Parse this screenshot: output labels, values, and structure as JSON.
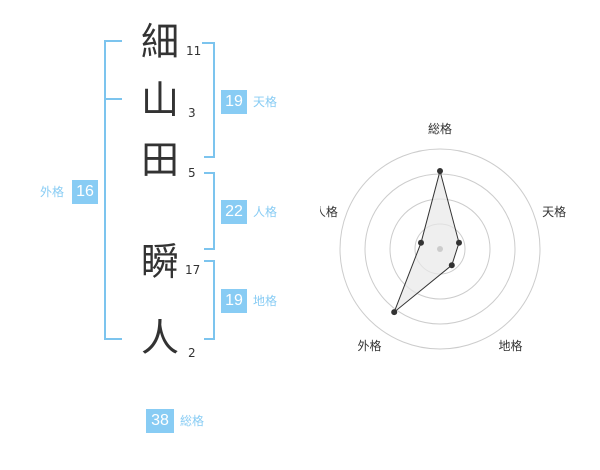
{
  "name": {
    "characters": [
      {
        "char": "細",
        "strokes": "11"
      },
      {
        "char": "山",
        "strokes": "3"
      },
      {
        "char": "田",
        "strokes": "5"
      },
      {
        "char": "瞬",
        "strokes": "17"
      },
      {
        "char": "人",
        "strokes": "2"
      }
    ]
  },
  "fortunes": {
    "tenkaku": {
      "value": "19",
      "label": "天格"
    },
    "jinkaku": {
      "value": "22",
      "label": "人格"
    },
    "chikaku": {
      "value": "19",
      "label": "地格"
    },
    "gaikaku": {
      "value": "16",
      "label": "外格"
    },
    "soukaku": {
      "value": "38",
      "label": "総格"
    }
  },
  "colors": {
    "accent": "#88ccf4",
    "bracket": "#7cc4ee",
    "text": "#333333",
    "radar_fill": "#e8e8e8",
    "radar_ring": "#cccccc"
  },
  "chart_data": {
    "type": "radar",
    "axes": [
      "総格",
      "天格",
      "地格",
      "外格",
      "人格"
    ],
    "rings": 4,
    "values": [
      0.78,
      0.2,
      0.2,
      0.78,
      0.2
    ],
    "max": 1
  }
}
